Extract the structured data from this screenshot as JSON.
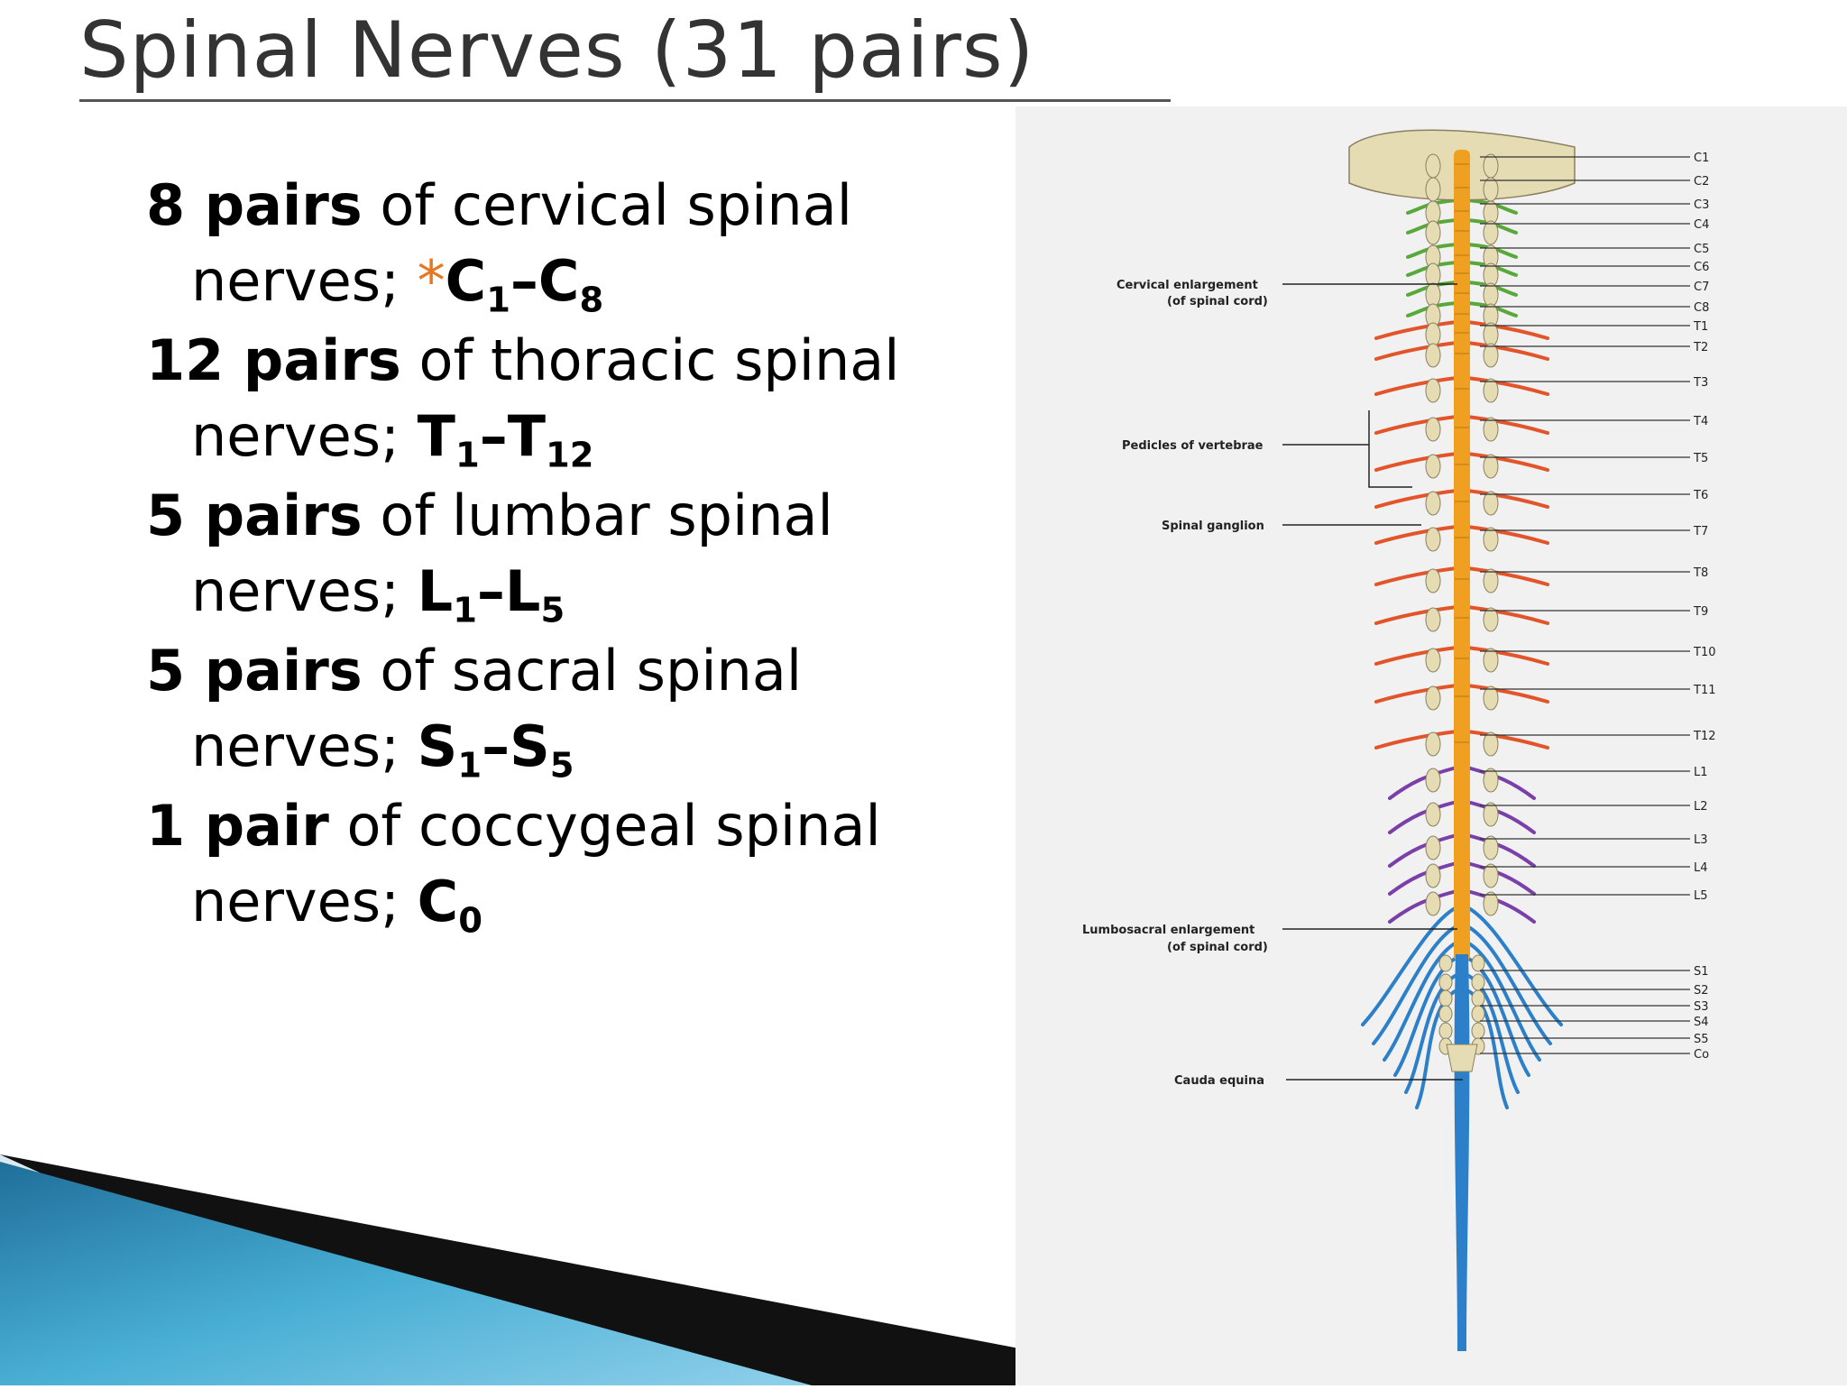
{
  "title": "Spinal Nerves (31 pairs)",
  "items": [
    {
      "count": "8 pairs",
      "rest": " of cervical spinal",
      "prefix": "nerves; ",
      "marker": "*",
      "from_letter": "C",
      "from_sub": "1",
      "dash": "–",
      "to_letter": "C",
      "to_sub": "8"
    },
    {
      "count": "12 pairs",
      "rest": " of thoracic spinal",
      "prefix": "nerves; ",
      "from_letter": "T",
      "from_sub": "1",
      "dash": "–",
      "to_letter": "T",
      "to_sub": "12"
    },
    {
      "count": "5 pairs",
      "rest": " of lumbar spinal",
      "prefix": "nerves; ",
      "from_letter": "L",
      "from_sub": "1",
      "dash": "–",
      "to_letter": "L",
      "to_sub": "5"
    },
    {
      "count": "5 pairs",
      "rest": " of sacral spinal",
      "prefix": "nerves; ",
      "from_letter": "S",
      "from_sub": "1",
      "dash": "–",
      "to_letter": "S",
      "to_sub": "5"
    },
    {
      "count": "1 pair",
      "rest": " of coccygeal spinal",
      "prefix": "nerves; ",
      "from_letter": "C",
      "from_sub": "0"
    }
  ],
  "diagram": {
    "left_labels": {
      "cervical_1": "Cervical enlargement",
      "cervical_2": "(of spinal cord)",
      "pedicles": "Pedicles of vertebrae",
      "ganglion": "Spinal ganglion",
      "lumbo_1": "Lumbosacral enlargement",
      "lumbo_2": "(of spinal cord)",
      "cauda": "Cauda equina"
    },
    "levels": [
      "C1",
      "C2",
      "C3",
      "C4",
      "C5",
      "C6",
      "C7",
      "C8",
      "T1",
      "T2",
      "T3",
      "T4",
      "T5",
      "T6",
      "T7",
      "T8",
      "T9",
      "T10",
      "T11",
      "T12",
      "L1",
      "L2",
      "L3",
      "L4",
      "L5",
      "S1",
      "S2",
      "S3",
      "S4",
      "S5",
      "Co"
    ],
    "colors": {
      "cord": "#f0a020",
      "cervical": "#58a83a",
      "thoracic": "#e2552a",
      "lumbar": "#7a3fa8",
      "sacral": "#2c7fc9",
      "bone": "#e6dcb4",
      "wedge_dark": "#111111",
      "wedge_blue": "#3a9cc4"
    }
  }
}
